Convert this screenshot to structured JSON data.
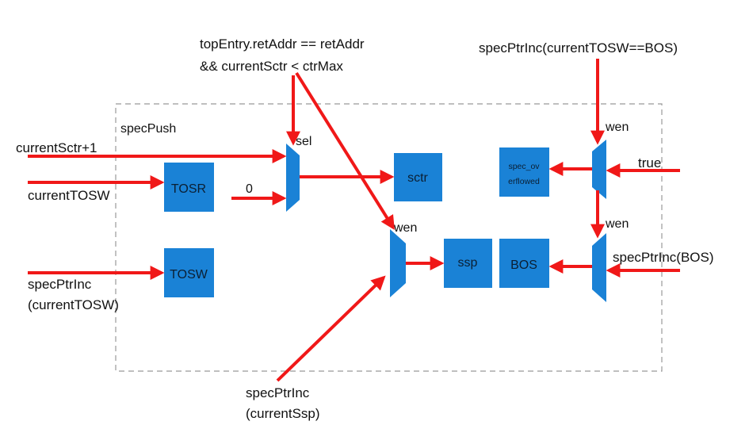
{
  "region_label": "specPush",
  "conditions": {
    "sel_condition_line1": "topEntry.retAddr == retAddr",
    "sel_condition_line2": "&& currentSctr < ctrMax",
    "top_right": "specPtrInc(currentTOSW==BOS)"
  },
  "inputs": {
    "current_sctr_plus_1": "currentSctr+1",
    "current_tosw": "currentTOSW",
    "spec_ptr_inc_line1": "specPtrInc",
    "spec_ptr_inc_line2": "(currentTOSW)",
    "zero": "0",
    "spec_ptr_inc_ssp_line1": "specPtrInc",
    "spec_ptr_inc_ssp_line2": "(currentSsp)",
    "true_value": "true",
    "spec_ptr_inc_bos": "specPtrInc(BOS)"
  },
  "mux_labels": {
    "sel": "sel",
    "wen_ssp": "wen",
    "wen_overflow": "wen",
    "wen_bos": "wen"
  },
  "registers": {
    "tosr": "TOSR",
    "tosw": "TOSW",
    "sctr": "sctr",
    "ssp": "ssp",
    "bos": "BOS",
    "spec_overflow_line1": "spec_ov",
    "spec_overflow_line2": "erflowed"
  },
  "colors": {
    "block": "#1a82d6",
    "wire": "#f01818",
    "border": "#999999"
  }
}
